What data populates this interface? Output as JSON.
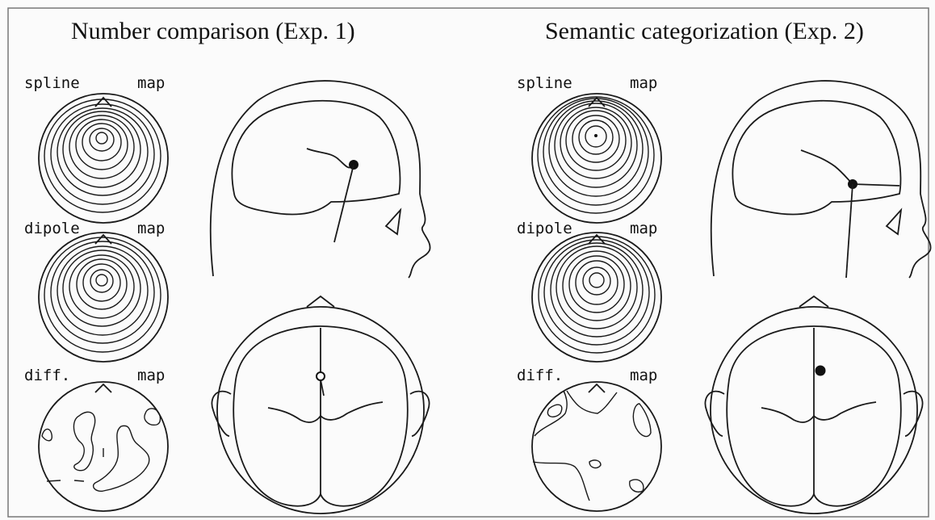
{
  "panels": [
    {
      "title": "Number comparison (Exp. 1)",
      "labels": {
        "spline_left": "spline",
        "spline_right": "map",
        "dipole_left": "dipole",
        "dipole_right": "map",
        "diff_left": "diff.",
        "diff_right": "map"
      }
    },
    {
      "title": "Semantic categorization (Exp. 2)",
      "labels": {
        "spline_left": "spline",
        "spline_right": "map",
        "dipole_left": "dipole",
        "dipole_right": "map",
        "diff_left": "diff.",
        "diff_right": "map"
      }
    }
  ],
  "colors": {
    "line": "#1a1a1a",
    "background": "#fbfbfb"
  }
}
